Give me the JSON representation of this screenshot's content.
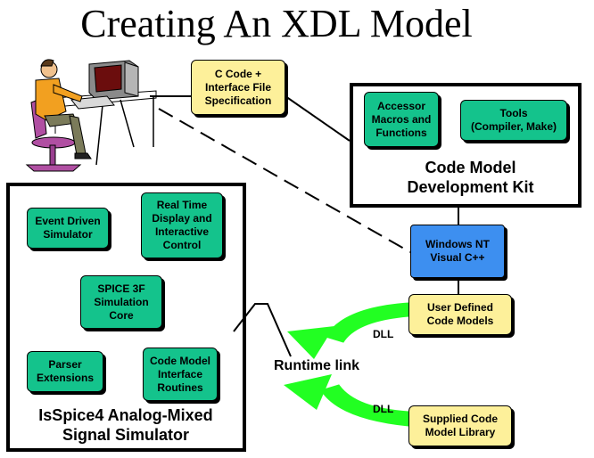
{
  "title": "Creating An XDL Model",
  "boxes": {
    "c_code": "C Code +\nInterface File\nSpecification",
    "accessor": "Accessor\nMacros and\nFunctions",
    "tools": "Tools\n(Compiler, Make)",
    "windows_nt": "Windows NT\nVisual C++",
    "user_defined": "User Defined\nCode Models",
    "supplied": "Supplied Code\nModel Library",
    "event_driven": "Event Driven\nSimulator",
    "real_time": "Real Time\nDisplay and\nInteractive\nControl",
    "spice": "SPICE 3F\nSimulation\nCore",
    "parser": "Parser\nExtensions",
    "code_model_interface": "Code Model\nInterface\nRoutines"
  },
  "frames": {
    "cmdk_label": "Code Model\nDevelopment Kit",
    "isspice_label": "IsSpice4 Analog-Mixed\nSignal Simulator"
  },
  "labels": {
    "dll_top": "DLL",
    "dll_bottom": "DLL",
    "runtime_link": "Runtime link"
  },
  "colors": {
    "green": "#14c38c",
    "yellow": "#fdf09a",
    "blue": "#3d8ff0",
    "arrow_green": "#22ff22"
  }
}
